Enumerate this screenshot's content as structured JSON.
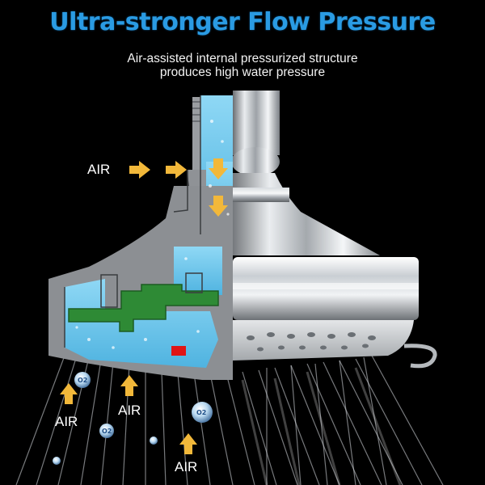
{
  "headline": "Ultra-stronger Flow Pressure",
  "subtitle": {
    "line1": "Air-assisted internal pressurized structure",
    "line2": "produces high water pressure"
  },
  "air_labels": [
    "AIR",
    "AIR",
    "AIR",
    "AIR"
  ],
  "o2_label": "O2",
  "colors": {
    "background": "#000000",
    "headline": "#2a9be3",
    "water": "#7fd0f0",
    "arrow": "#f2b83a",
    "valve": "#2e8a35",
    "red_block": "#e01515",
    "chrome": "#c8ccd0",
    "cutaway": "#8c8f93"
  }
}
